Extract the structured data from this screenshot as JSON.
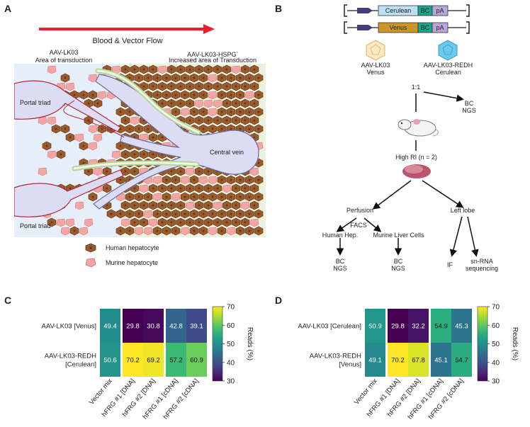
{
  "panels": {
    "a": "A",
    "b": "B",
    "c": "C",
    "d": "D"
  },
  "panel_a": {
    "flow_label": "Blood & Vector Flow",
    "left_title_1": "AAV-LK03",
    "left_title_2": "Area of transduction",
    "right_title_1": "AAV-LK03-HSPG",
    "right_title_sup": "-",
    "right_title_2": "Increased area of Transduction",
    "portal_triad_top": "Portal triad",
    "portal_triad_bottom": "Portal triad",
    "central_vein": "Central vein",
    "legend_human": "Human hepatocyte",
    "legend_murine": "Murine hepatocyte",
    "colors": {
      "arrow": "#e8202a",
      "left_bg": "#e6eefa",
      "right_bg": "#e9f3df",
      "human": "#9a5a2c",
      "murine": "#f6a5a5",
      "vein": "#dcdcf4"
    }
  },
  "panel_b": {
    "construct1": {
      "gene": "Cerulean",
      "bc": "BC",
      "pa": "pA",
      "color": "#bde0f5"
    },
    "construct2": {
      "gene": "Venus",
      "bc": "BC",
      "pa": "pA",
      "color": "#c9962a"
    },
    "vector1": [
      "AAV-LK03",
      "Venus"
    ],
    "vector2": [
      "AAV-LK03-REDH",
      "Cerulean"
    ],
    "ratio": "1:1",
    "bc_ngs_top": [
      "BC",
      "NGS"
    ],
    "high_ri": "High RI (n = 2)",
    "perfusion": "Perfusion",
    "left_lobe": "Left lobe",
    "facs": "FACS",
    "human_hep": "Human Hep.",
    "murine_cells": "Murine Liver Cells",
    "bc_ngs_1": [
      "BC",
      "NGS"
    ],
    "bc_ngs_2": [
      "BC",
      "NGS"
    ],
    "if": "IF",
    "snrna": [
      "sn-RNA",
      "sequencing"
    ]
  },
  "heatmaps": [
    {
      "rows": [
        "AAV-LK03 [Venus]",
        "AAV-LK03-REDH [Cerulean]"
      ],
      "row_label_lines": [
        [
          "AAV-LK03 [Venus]"
        ],
        [
          "AAV-LK03-REDH",
          "[Cerulean]"
        ]
      ],
      "columns": [
        "Vector mix",
        "hFRG #1 [DNA]",
        "hFRG #2 [DNA]",
        "hFRG #1 [cDNA]",
        "hFRG #2 [cDNA]"
      ],
      "values": [
        [
          "49.4",
          "29.8",
          "30.8",
          "42.8",
          "39.1"
        ],
        [
          "50.6",
          "70.2",
          "69.2",
          "57.2",
          "60.9"
        ]
      ]
    },
    {
      "rows": [
        "AAV-LK03 [Cerulean]",
        "AAV-LK03-REDH [Venus]"
      ],
      "row_label_lines": [
        [
          "AAV-LK03 [Cerulean]"
        ],
        [
          "AAV-LK03-REDH",
          "[Venus]"
        ]
      ],
      "columns": [
        "Vector mix",
        "hFRG #1 [DNA]",
        "hFRG #2 [DNA]",
        "hFRG #1 [cDNA]",
        "hFRG #2 [cDNA]"
      ],
      "values": [
        [
          "50.9",
          "29.8",
          "32.2",
          "54.9",
          "45.3"
        ],
        [
          "49.1",
          "70.2",
          "67.8",
          "45.1",
          "54.7"
        ]
      ]
    }
  ],
  "colorbar": {
    "label": "Reads (%)",
    "ticks": [
      "70",
      "60",
      "50",
      "40",
      "30"
    ],
    "min": 30,
    "max": 70
  }
}
